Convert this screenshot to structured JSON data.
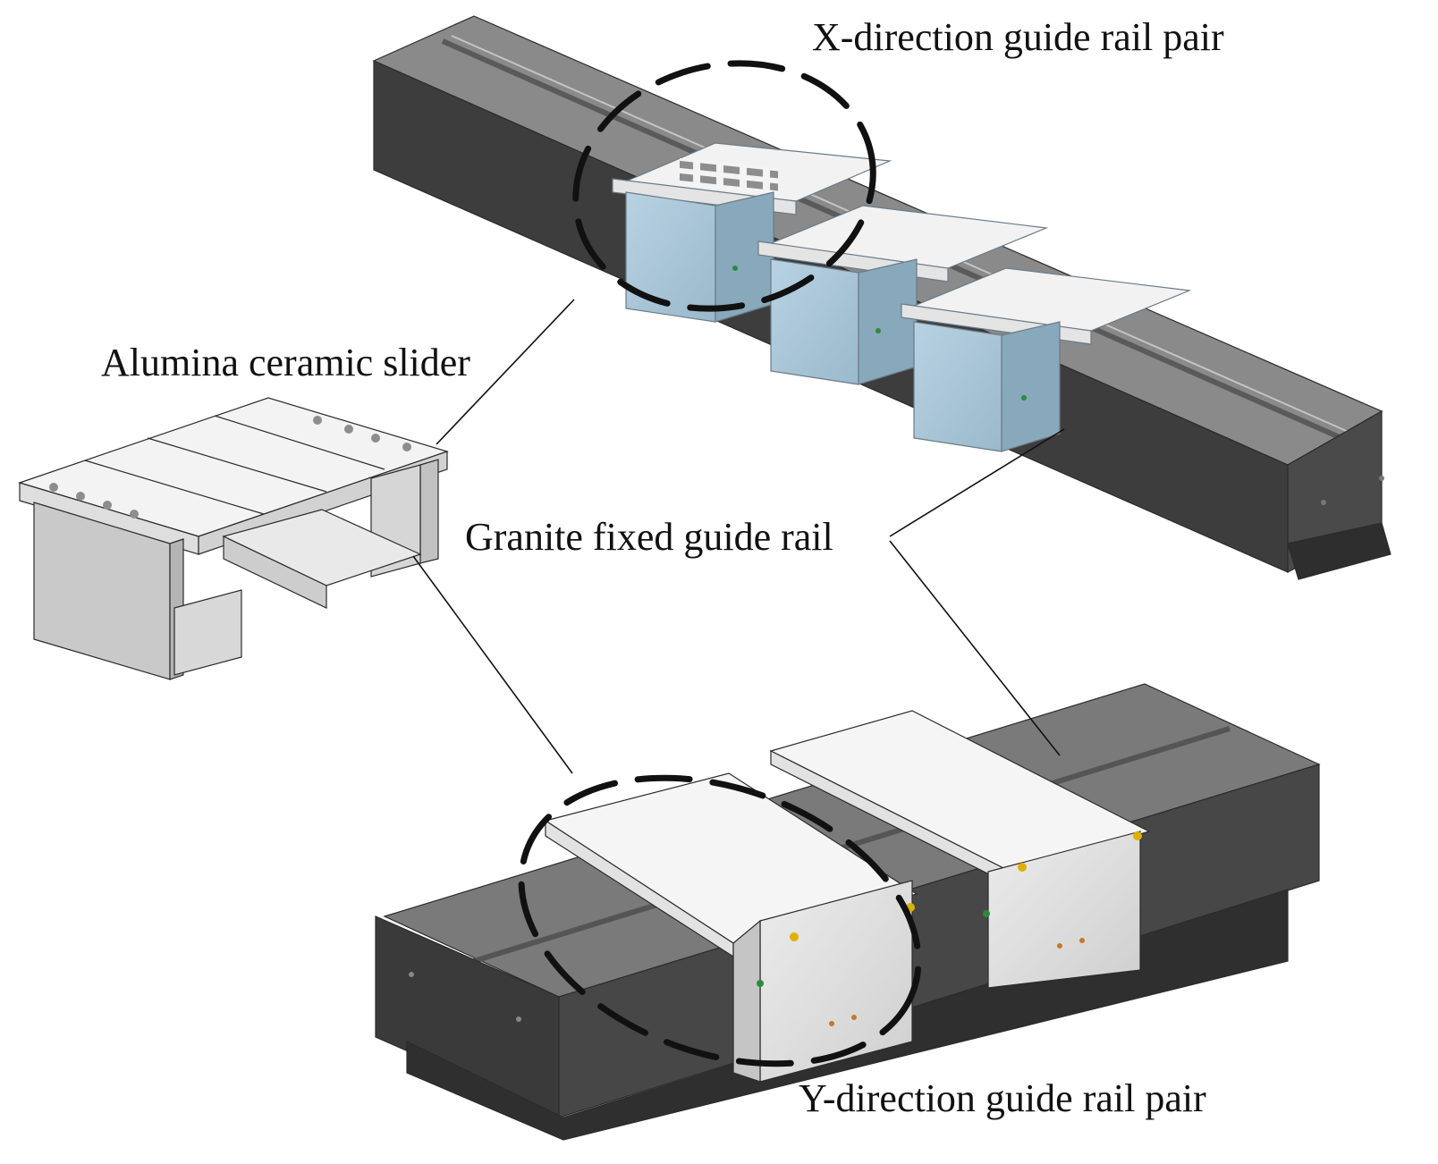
{
  "figure": {
    "labels": {
      "x_pair": "X-direction guide rail pair",
      "slider": "Alumina ceramic slider",
      "granite": "Granite fixed guide rail",
      "y_pair": "Y-direction guide rail pair"
    },
    "colors": {
      "granite_top": "#8c8c8c",
      "granite_side": "#3c3c3c",
      "granite_front": "#555555",
      "slider_blue": "#a9c6d8",
      "slider_gray": "#e1e1e1",
      "slot": "#9a9a9a"
    },
    "components": [
      "x-direction-granite-rail",
      "x-direction-blue-sliders",
      "alumina-ceramic-slider-detail",
      "y-direction-granite-rail",
      "y-direction-gray-sliders"
    ]
  }
}
